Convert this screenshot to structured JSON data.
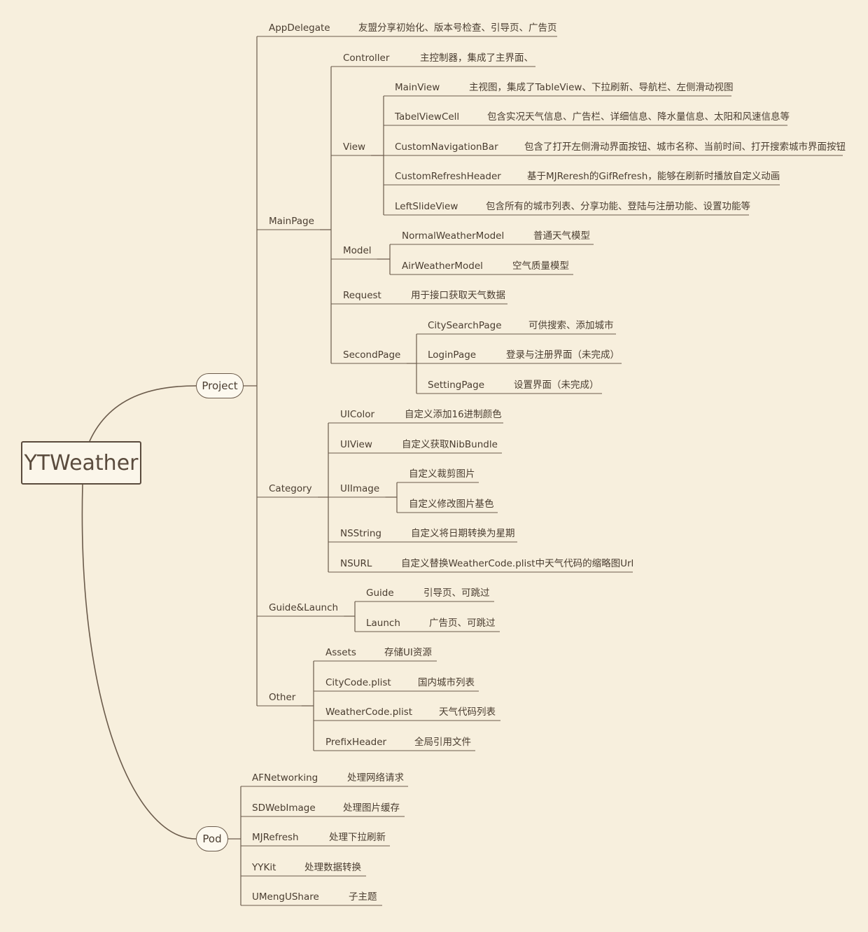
{
  "root": {
    "label": "YTWeather"
  },
  "branches": [
    {
      "id": "project",
      "label": "Project",
      "children": [
        {
          "id": "appdelegate",
          "label": "AppDelegate",
          "desc": "友盟分享初始化、版本号检查、引导页、广告页"
        },
        {
          "id": "mainpage",
          "label": "MainPage",
          "children": [
            {
              "id": "controller",
              "label": "Controller",
              "desc": "主控制器，集成了主界面、"
            },
            {
              "id": "view",
              "label": "View",
              "children": [
                {
                  "id": "mainview",
                  "label": "MainView",
                  "desc": "主视图，集成了TableView、下拉刷新、导航栏、左侧滑动视图"
                },
                {
                  "id": "tabelviewcell",
                  "label": "TabelViewCell",
                  "desc": "包含实况天气信息、广告栏、详细信息、降水量信息、太阳和风速信息等"
                },
                {
                  "id": "customnavigationbar",
                  "label": "CustomNavigationBar",
                  "desc": "包含了打开左侧滑动界面按钮、城市名称、当前时间、打开搜索城市界面按钮"
                },
                {
                  "id": "customrefreshheader",
                  "label": "CustomRefreshHeader",
                  "desc": "基于MJReresh的GifRefresh，能够在刷新时播放自定义动画"
                },
                {
                  "id": "leftslideview",
                  "label": "LeftSlideView",
                  "desc": "包含所有的城市列表、分享功能、登陆与注册功能、设置功能等"
                }
              ]
            },
            {
              "id": "model",
              "label": "Model",
              "children": [
                {
                  "id": "normalweathermodel",
                  "label": "NormalWeatherModel",
                  "desc": "普通天气模型"
                },
                {
                  "id": "airweathermodel",
                  "label": "AirWeatherModel",
                  "desc": "空气质量模型"
                }
              ]
            },
            {
              "id": "request",
              "label": "Request",
              "desc": "用于接口获取天气数据"
            },
            {
              "id": "secondpage",
              "label": "SecondPage",
              "children": [
                {
                  "id": "citysearchpage",
                  "label": "CitySearchPage",
                  "desc": "可供搜索、添加城市"
                },
                {
                  "id": "loginpage",
                  "label": "LoginPage",
                  "desc": "登录与注册界面（未完成）"
                },
                {
                  "id": "settingpage",
                  "label": "SettingPage",
                  "desc": "设置界面（未完成）"
                }
              ]
            }
          ]
        },
        {
          "id": "category",
          "label": "Category",
          "children": [
            {
              "id": "uicolor",
              "label": "UIColor",
              "desc": "自定义添加16进制颜色"
            },
            {
              "id": "uiview",
              "label": "UIView",
              "desc": "自定义获取NibBundle"
            },
            {
              "id": "uiimage",
              "label": "UIImage",
              "children": [
                {
                  "id": "uiimage-crop",
                  "label": "自定义裁剪图片"
                },
                {
                  "id": "uiimage-tint",
                  "label": "自定义修改图片基色"
                }
              ]
            },
            {
              "id": "nsstring",
              "label": "NSString",
              "desc": "自定义将日期转换为星期"
            },
            {
              "id": "nsurl",
              "label": "NSURL",
              "desc": "自定义替换WeatherCode.plist中天气代码的缩略图Url"
            }
          ]
        },
        {
          "id": "guidelaunch",
          "label": "Guide&Launch",
          "children": [
            {
              "id": "guide",
              "label": "Guide",
              "desc": "引导页、可跳过"
            },
            {
              "id": "launch",
              "label": "Launch",
              "desc": "广告页、可跳过"
            }
          ]
        },
        {
          "id": "other",
          "label": "Other",
          "children": [
            {
              "id": "assets",
              "label": "Assets",
              "desc": "存储UI资源"
            },
            {
              "id": "citycode",
              "label": "CityCode.plist",
              "desc": "国内城市列表"
            },
            {
              "id": "weathercode",
              "label": "WeatherCode.plist",
              "desc": "天气代码列表"
            },
            {
              "id": "prefixheader",
              "label": "PrefixHeader",
              "desc": "全局引用文件"
            }
          ]
        }
      ]
    },
    {
      "id": "pod",
      "label": "Pod",
      "children": [
        {
          "id": "afnetworking",
          "label": "AFNetworking",
          "desc": "处理网络请求"
        },
        {
          "id": "sdwebimage",
          "label": "SDWebImage",
          "desc": "处理图片缓存"
        },
        {
          "id": "mjrefresh",
          "label": "MJRefresh",
          "desc": "处理下拉刷新"
        },
        {
          "id": "yykit",
          "label": "YYKit",
          "desc": "处理数据转换"
        },
        {
          "id": "umengushare",
          "label": "UMengUShare",
          "desc": "子主题"
        }
      ]
    }
  ],
  "colors": {
    "background": "#f7efdd",
    "line": "#6b5b4b",
    "text": "#4a3d30",
    "root_border": "#5a4b3d"
  }
}
